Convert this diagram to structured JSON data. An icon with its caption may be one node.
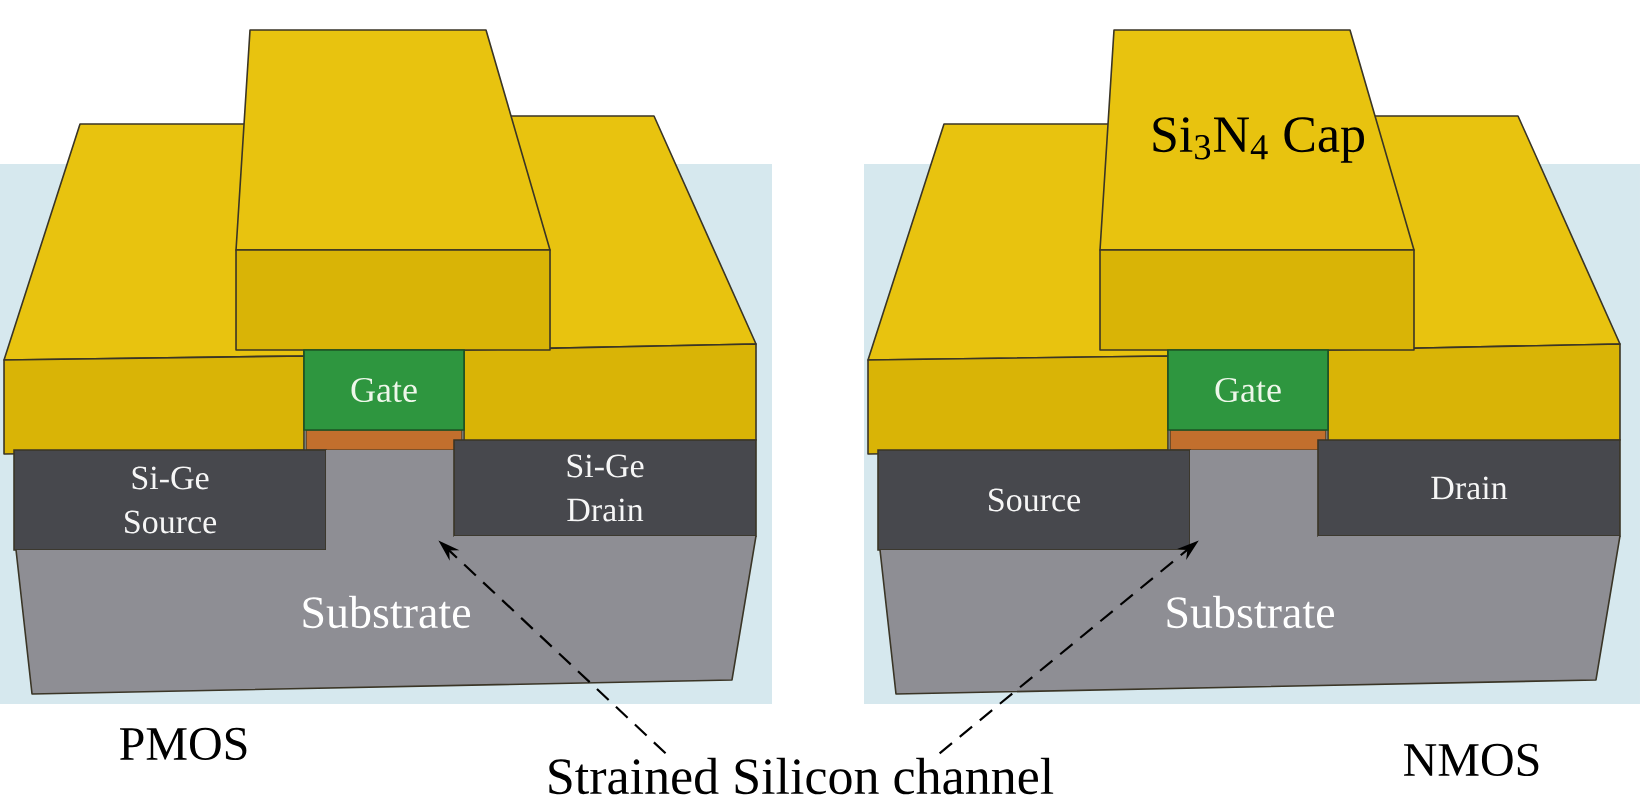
{
  "diagram": {
    "nodes": [
      {
        "text": [],
        "shape": "box"
      },
      {
        "text": [],
        "shape": "box"
      },
      {
        "text": [
          "Gate"
        ]
      },
      {
        "text": [],
        "shape": "box"
      },
      {
        "text": [
          "Si-Ge Source"
        ]
      },
      {
        "text": [],
        "shape": "box"
      },
      {
        "text": [
          "Si-Ge Drain"
        ]
      },
      {
        "text": [
          "Substrate"
        ]
      },
      {
        "text": [
          "Si$_{3}$N$_{4}$ Cap"
        ]
      },
      {
        "text": [],
        "shape": "box"
      },
      {
        "text": [
          "Gate"
        ]
      },
      {
        "text": [],
        "shape": "box"
      },
      {
        "text": [
          "Source"
        ]
      },
      {
        "text": [],
        "shape": "box"
      },
      {
        "text": [
          "Drain"
        ]
      },
      {
        "text": [
          "Substrate"
        ]
      },
      {
        "text": [
          "Strained Silicon channel"
        ]
      }
    ],
    "edges": [
      {
        "from": 16,
        "to": 5,
        "arrow": "to",
        "style": "dashed"
      },
      {
        "from": 16,
        "to": 13,
        "arrow": "to",
        "style": "dashed"
      }
    ],
    "labels": [
      "PMOS",
      "NMOS"
    ]
  }
}
